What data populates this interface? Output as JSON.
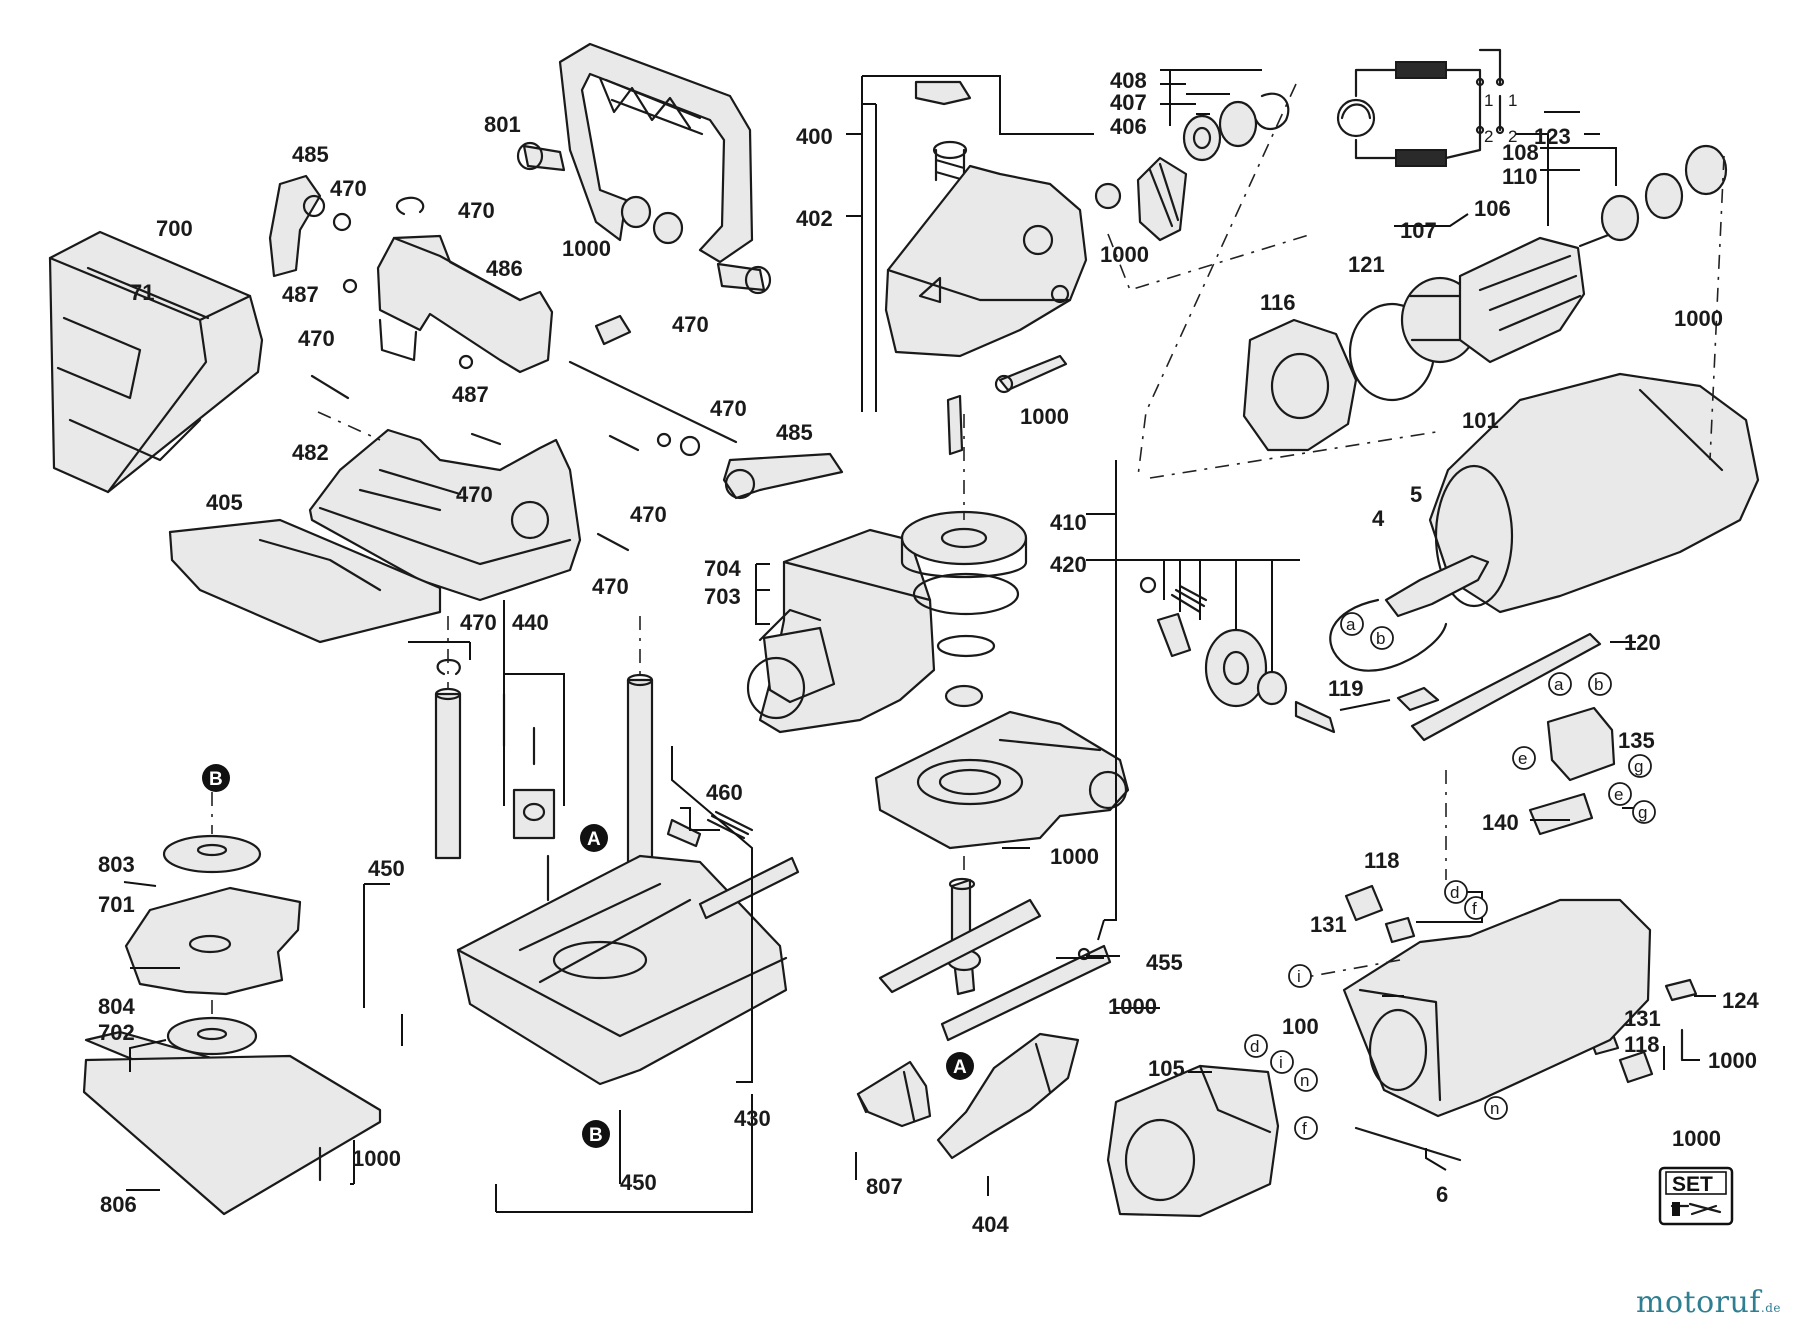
{
  "diagram": {
    "labels": [
      {
        "id": "lbl-801",
        "text": "801"
      },
      {
        "id": "lbl-485a",
        "text": "485"
      },
      {
        "id": "lbl-470a",
        "text": "470"
      },
      {
        "id": "lbl-470b",
        "text": "470"
      },
      {
        "id": "lbl-700",
        "text": "700"
      },
      {
        "id": "lbl-71",
        "text": "71"
      },
      {
        "id": "lbl-486",
        "text": "486"
      },
      {
        "id": "lbl-487a",
        "text": "487"
      },
      {
        "id": "lbl-1000a",
        "text": "1000"
      },
      {
        "id": "lbl-470c",
        "text": "470"
      },
      {
        "id": "lbl-470d",
        "text": "470"
      },
      {
        "id": "lbl-487b",
        "text": "487"
      },
      {
        "id": "lbl-470e",
        "text": "470"
      },
      {
        "id": "lbl-485b",
        "text": "485"
      },
      {
        "id": "lbl-482",
        "text": "482"
      },
      {
        "id": "lbl-470f",
        "text": "470"
      },
      {
        "id": "lbl-470g",
        "text": "470"
      },
      {
        "id": "lbl-405",
        "text": "405"
      },
      {
        "id": "lbl-470h",
        "text": "470"
      },
      {
        "id": "lbl-470i",
        "text": "470"
      },
      {
        "id": "lbl-440",
        "text": "440"
      },
      {
        "id": "lbl-400",
        "text": "400"
      },
      {
        "id": "lbl-402",
        "text": "402"
      },
      {
        "id": "lbl-408",
        "text": "408"
      },
      {
        "id": "lbl-407",
        "text": "407"
      },
      {
        "id": "lbl-406",
        "text": "406"
      },
      {
        "id": "lbl-1000b",
        "text": "1000"
      },
      {
        "id": "lbl-1000c",
        "text": "1000"
      },
      {
        "id": "lbl-410",
        "text": "410"
      },
      {
        "id": "lbl-420",
        "text": "420"
      },
      {
        "id": "lbl-704",
        "text": "704"
      },
      {
        "id": "lbl-703",
        "text": "703"
      },
      {
        "id": "lbl-123",
        "text": "123"
      },
      {
        "id": "lbl-108",
        "text": "108"
      },
      {
        "id": "lbl-110",
        "text": "110"
      },
      {
        "id": "lbl-106",
        "text": "106"
      },
      {
        "id": "lbl-107",
        "text": "107"
      },
      {
        "id": "lbl-121",
        "text": "121"
      },
      {
        "id": "lbl-116",
        "text": "116"
      },
      {
        "id": "lbl-1000d",
        "text": "1000"
      },
      {
        "id": "lbl-101",
        "text": "101"
      },
      {
        "id": "lbl-4",
        "text": "4"
      },
      {
        "id": "lbl-5",
        "text": "5"
      },
      {
        "id": "lbl-120",
        "text": "120"
      },
      {
        "id": "lbl-119",
        "text": "119"
      },
      {
        "id": "lbl-135",
        "text": "135"
      },
      {
        "id": "lbl-140",
        "text": "140"
      },
      {
        "id": "lbl-118a",
        "text": "118"
      },
      {
        "id": "lbl-131a",
        "text": "131"
      },
      {
        "id": "lbl-460",
        "text": "460"
      },
      {
        "id": "lbl-450a",
        "text": "450"
      },
      {
        "id": "lbl-1000e",
        "text": "1000"
      },
      {
        "id": "lbl-455",
        "text": "455"
      },
      {
        "id": "lbl-1000f",
        "text": "1000"
      },
      {
        "id": "lbl-803",
        "text": "803"
      },
      {
        "id": "lbl-701",
        "text": "701"
      },
      {
        "id": "lbl-804",
        "text": "804"
      },
      {
        "id": "lbl-702",
        "text": "702"
      },
      {
        "id": "lbl-1000g",
        "text": "1000"
      },
      {
        "id": "lbl-806",
        "text": "806"
      },
      {
        "id": "lbl-430",
        "text": "430"
      },
      {
        "id": "lbl-450b",
        "text": "450"
      },
      {
        "id": "lbl-807",
        "text": "807"
      },
      {
        "id": "lbl-404",
        "text": "404"
      },
      {
        "id": "lbl-105",
        "text": "105"
      },
      {
        "id": "lbl-100",
        "text": "100"
      },
      {
        "id": "lbl-6",
        "text": "6"
      },
      {
        "id": "lbl-124",
        "text": "124"
      },
      {
        "id": "lbl-131b",
        "text": "131"
      },
      {
        "id": "lbl-118b",
        "text": "118"
      },
      {
        "id": "lbl-1000h",
        "text": "1000"
      },
      {
        "id": "lbl-1000i",
        "text": "1000"
      }
    ],
    "connectors": [
      {
        "id": "c-a1",
        "text": "a"
      },
      {
        "id": "c-b1",
        "text": "b"
      },
      {
        "id": "c-a2",
        "text": "a"
      },
      {
        "id": "c-b2",
        "text": "b"
      },
      {
        "id": "c-e1",
        "text": "e"
      },
      {
        "id": "c-g1",
        "text": "g"
      },
      {
        "id": "c-e2",
        "text": "e"
      },
      {
        "id": "c-g2",
        "text": "g"
      },
      {
        "id": "c-d1",
        "text": "d"
      },
      {
        "id": "c-f1",
        "text": "f"
      },
      {
        "id": "c-i1",
        "text": "i"
      },
      {
        "id": "c-d2",
        "text": "d"
      },
      {
        "id": "c-i2",
        "text": "i"
      },
      {
        "id": "c-n1",
        "text": "n"
      },
      {
        "id": "c-f2",
        "text": "f"
      },
      {
        "id": "c-n2",
        "text": "n"
      }
    ],
    "markers": [
      {
        "id": "m-b1",
        "text": "B"
      },
      {
        "id": "m-a1",
        "text": "A"
      },
      {
        "id": "m-a2",
        "text": "A"
      },
      {
        "id": "m-b2",
        "text": "B"
      }
    ],
    "wiring_labels": {
      "pos1a": "1",
      "pos1b": "1",
      "pos2a": "2",
      "pos2b": "2"
    },
    "set_box": {
      "label": "SET"
    }
  },
  "watermark": {
    "brand": "motoruf",
    "suffix": ".de"
  },
  "colors": {
    "line": "#1a1a1a",
    "fill": "#e9e9e9",
    "watermark": "#2f7f92"
  }
}
